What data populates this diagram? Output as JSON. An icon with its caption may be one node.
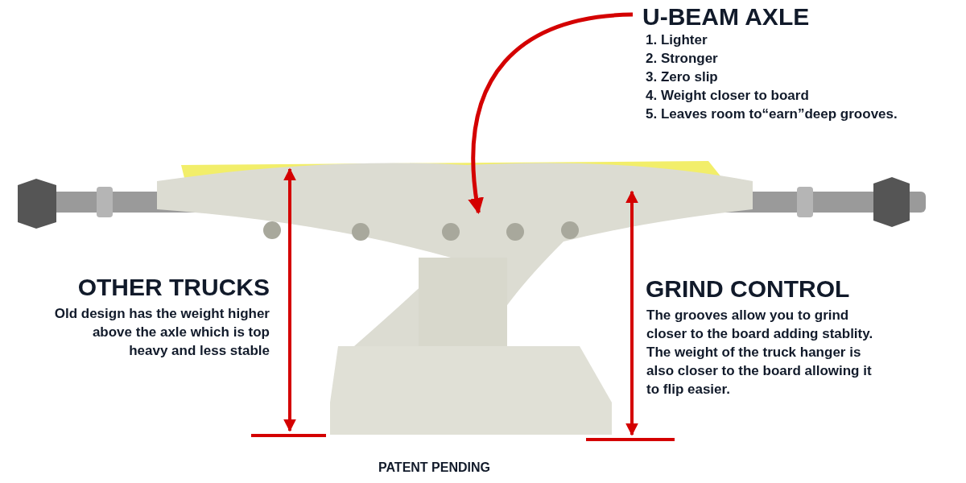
{
  "diagram": {
    "nodes": [
      {
        "text": [
          "U-BEAM AXLE",
          "1. Lighter",
          "2. Stronger",
          "3. Zero slip",
          "4. Weight closer to board",
          "5. Leaves room to“earn”deep grooves."
        ]
      },
      {
        "text": [],
        "shape": "picture"
      }
    ],
    "edges": [
      {
        "from": 0,
        "to": 1,
        "arrow": "to"
      }
    ],
    "labels": [
      "OTHER TRUCKS",
      "Old design has the weight higher above the axle which is top heavy and less stable",
      "GRIND CONTROL",
      "The grooves allow you to grind closer to the board adding stablity. The weight of the truck hanger is also closer to the board allowing it to flip easier.",
      "PATENT PENDING"
    ]
  }
}
